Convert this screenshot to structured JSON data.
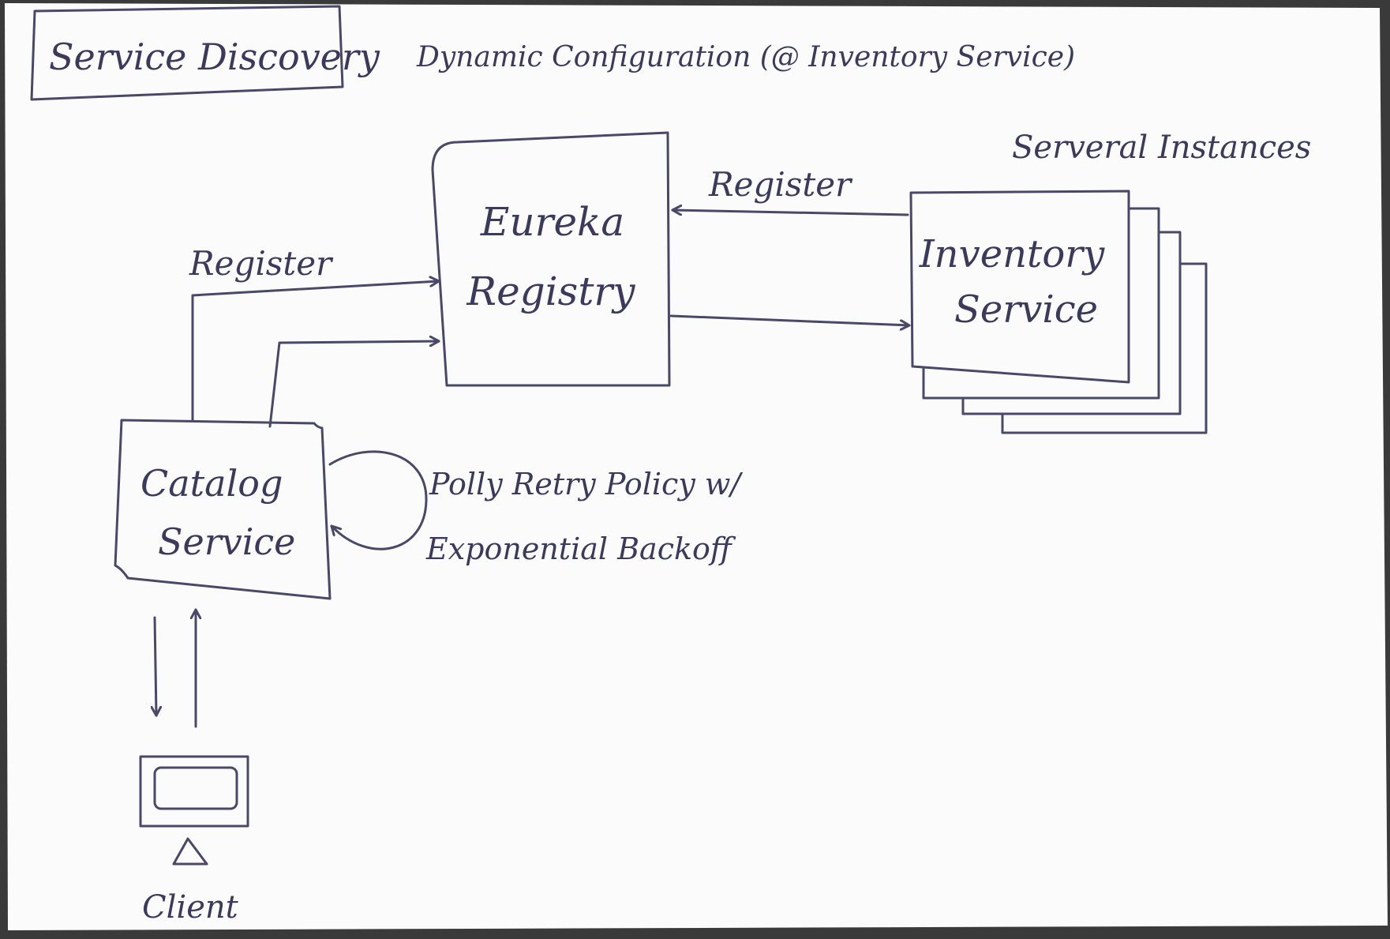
{
  "title": "Service Discovery",
  "subtitle": "Dynamic Configuration (@ Inventory Service)",
  "nodes": {
    "eureka": {
      "line1": "Eureka",
      "line2": "Registry"
    },
    "inventory": {
      "line1": "Inventory",
      "line2": "Service",
      "note": "Serveral Instances"
    },
    "catalog": {
      "line1": "Catalog",
      "line2": "Service"
    },
    "client": {
      "label": "Client"
    }
  },
  "edges": {
    "catalog_register": "Register",
    "inventory_register": "Register",
    "retry_line1": "Polly Retry Policy w/",
    "retry_line2": "Exponential Backoff"
  },
  "colors": {
    "paper": "#fbfbfb",
    "ink": "#4a4868",
    "background": "#3a3a3a"
  }
}
